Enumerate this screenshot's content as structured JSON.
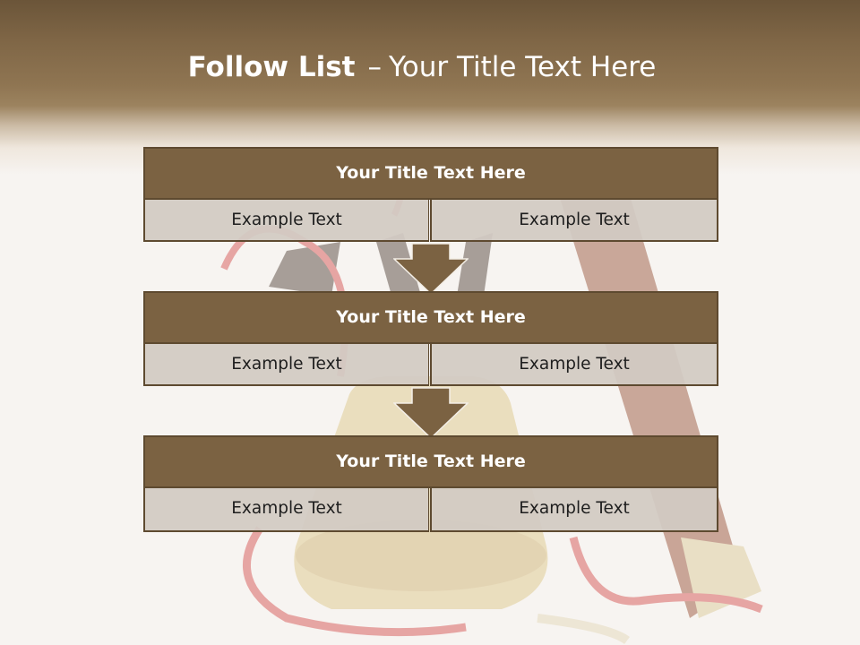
{
  "slide": {
    "title_bold": "Follow List",
    "title_rest": "Your Title Text Here",
    "title_separator": "–"
  },
  "blocks": [
    {
      "title": "Your Title Text Here",
      "left": "Example Text",
      "right": "Example Text"
    },
    {
      "title": "Your Title Text Here",
      "left": "Example Text",
      "right": "Example Text"
    },
    {
      "title": "Your Title Text Here",
      "left": "Example Text",
      "right": "Example Text"
    }
  ],
  "colors": {
    "banner": "#8f7552",
    "header_fill": "#7b6242",
    "border": "#5e4a30",
    "cell_fill": "#d2cac3"
  }
}
